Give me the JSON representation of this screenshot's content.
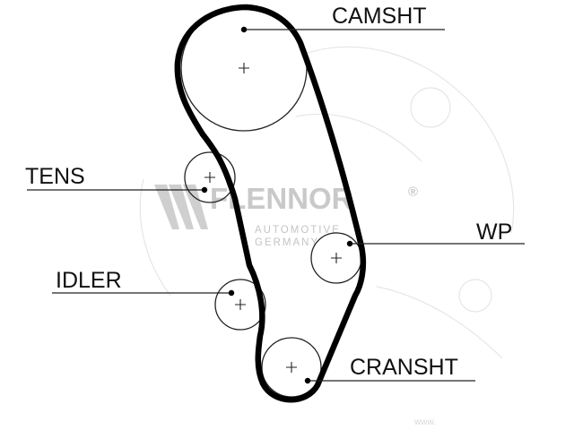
{
  "labels": {
    "camshaft": "CAMSHT",
    "tensioner": "TENS",
    "water_pump": "WP",
    "idler": "IDLER",
    "crankshaft": "CRANSHT"
  },
  "watermark": {
    "brand": "FLENNOR",
    "registered": "®",
    "line1": "AUTOMOTIVE",
    "line2": "GERMANY"
  },
  "footer": "www.",
  "colors": {
    "belt": "#000000",
    "line": "#111111",
    "watermark": "#c9c9c9"
  }
}
